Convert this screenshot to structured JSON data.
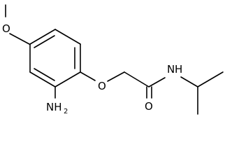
{
  "molecule": {
    "atoms": {
      "methoxy_o": "O",
      "amine_n": "NH",
      "amine_sub": "2",
      "ether_o": "O",
      "carbonyl_o": "O",
      "amide_n": "N",
      "amide_h": "H"
    }
  },
  "colors": {
    "bond": "#000000",
    "label": "#000000",
    "background": "#ffffff"
  }
}
